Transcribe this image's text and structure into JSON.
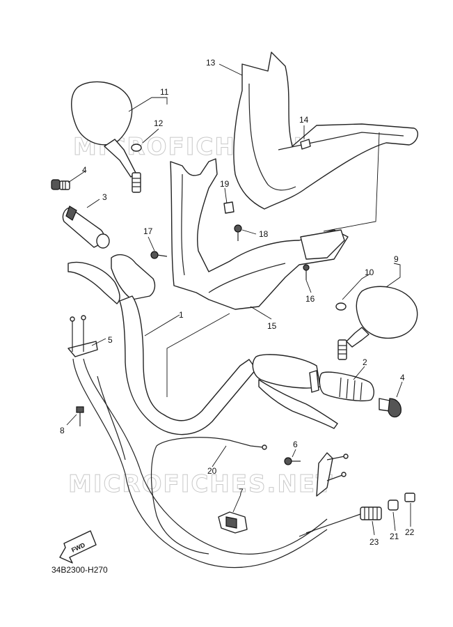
{
  "diagram": {
    "drawing_code": "34B2300-H270",
    "watermark": "MICROFICHES.NET",
    "fwd_label": "FWD",
    "callouts": [
      "1",
      "2",
      "3",
      "4",
      "4",
      "5",
      "6",
      "7",
      "8",
      "9",
      "10",
      "11",
      "12",
      "13",
      "14",
      "15",
      "16",
      "17",
      "18",
      "19",
      "20",
      "21",
      "22",
      "23"
    ]
  }
}
